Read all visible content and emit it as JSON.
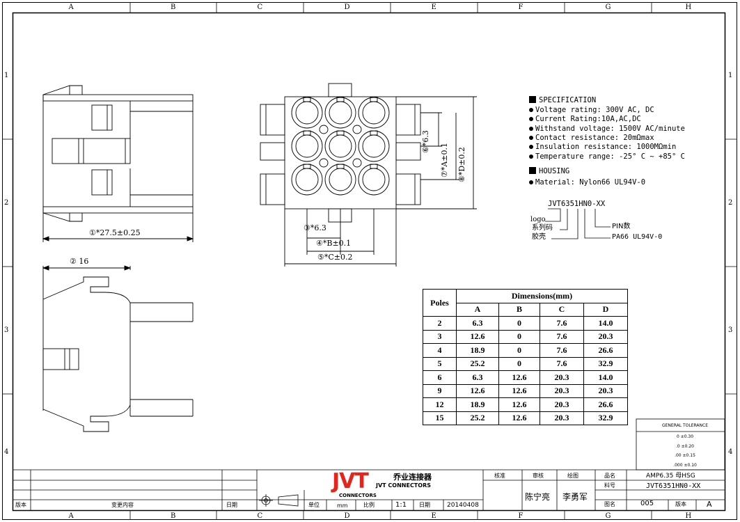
{
  "grid": {
    "cols": [
      "A",
      "B",
      "C",
      "D",
      "E",
      "F",
      "G",
      "H"
    ],
    "rows": [
      "1",
      "2",
      "3",
      "4"
    ]
  },
  "front_view": {
    "dim1": "①*27.5±0.25"
  },
  "side_view": {
    "dim2": "② 16"
  },
  "top_view": {
    "dim3": "③*6.3",
    "dim4": "④*B±0.1",
    "dim5": "⑤*C±0.2",
    "dim6": "⑥*6.3",
    "dim7": "⑦*A±0.1",
    "dim8": "⑧*D±0.2"
  },
  "spec": {
    "title": "SPECIFICATION",
    "lines": [
      "Voltage rating: 300V AC, DC",
      "Current Rating:10A,AC,DC",
      "Withstand voltage: 1500V AC/minute",
      "Contact resistance: 20mΩmax",
      "Insulation resistance: 1000MΩmin",
      "Temperature range: -25° C ~ +85° C"
    ],
    "housing_title": "HOUSING",
    "material": "Material: Nylon66 UL94V-0"
  },
  "part_code": {
    "code": "JVT6351HN0-XX",
    "logo": "logo",
    "series": "系列码",
    "shell": "胶壳",
    "pin": "PIN数",
    "pa66": "PA66 UL94V-0"
  },
  "dimensions_table": {
    "poles_header": "Poles",
    "dims_header": "Dimensions(mm)",
    "columns": [
      "A",
      "B",
      "C",
      "D"
    ],
    "rows": [
      [
        "2",
        "6.3",
        "0",
        "7.6",
        "14.0"
      ],
      [
        "3",
        "12.6",
        "0",
        "7.6",
        "20.3"
      ],
      [
        "4",
        "18.9",
        "0",
        "7.6",
        "26.6"
      ],
      [
        "5",
        "25.2",
        "0",
        "7.6",
        "32.9"
      ],
      [
        "6",
        "6.3",
        "12.6",
        "20.3",
        "14.0"
      ],
      [
        "9",
        "12.6",
        "12.6",
        "20.3",
        "20.3"
      ],
      [
        "12",
        "18.9",
        "12.6",
        "20.3",
        "26.6"
      ],
      [
        "15",
        "25.2",
        "12.6",
        "20.3",
        "32.9"
      ]
    ]
  },
  "tolerance": {
    "title": "GENERAL TOLERANCE",
    "lines": [
      "0 ±0.30",
      ".0 ±0.20",
      ".00 ±0.15",
      ".000 ±0.10"
    ]
  },
  "title_block": {
    "rev_label": "版本",
    "change_label": "变更内容",
    "date_label": "日期",
    "unit_label": "单位",
    "unit_value": "mm",
    "scale_label": "比例",
    "scale_value": "1:1",
    "date2_label": "日期",
    "date_value": "20140408",
    "brand": "JVT",
    "brand_cn": "乔业连接器",
    "brand_en": "JVT CONNECTORS",
    "brand_sub": "CONNECTORS",
    "approve_label": "核准",
    "check_label": "审核",
    "draw_label": "绘图",
    "checker": "陈宁亮",
    "drawer": "李勇军",
    "name_label": "品名",
    "name_value": "AMP6.35 母HSG",
    "part_label": "料号",
    "part_value": "JVT6351HN0-XX",
    "drawing_label": "图名",
    "drawing_value": "005",
    "version_label": "版本",
    "version_value": "A"
  }
}
